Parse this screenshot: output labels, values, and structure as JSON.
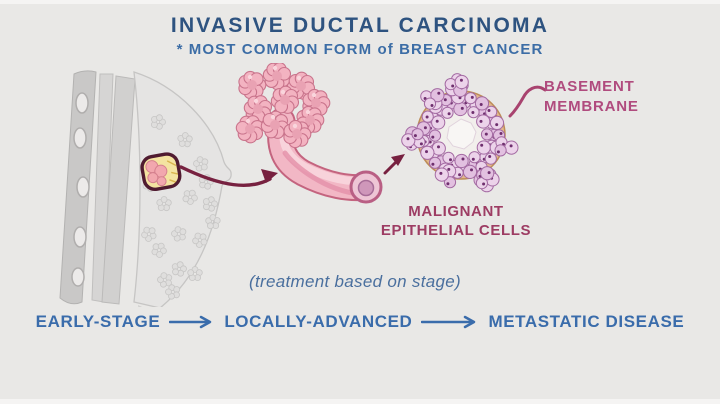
{
  "title": "INVASIVE DUCTAL CARCINOMA",
  "subtitle": "* MOST COMMON FORM of BREAST CANCER",
  "annotations": {
    "basement_membrane": "BASEMENT MEMBRANE",
    "malignant_cells": "MALIGNANT EPITHELIAL CELLS",
    "treatment_note": "(treatment based on stage)"
  },
  "stages": [
    {
      "label": "EARLY-STAGE"
    },
    {
      "label": "LOCALLY-ADVANCED"
    },
    {
      "label": "METASTATIC DISEASE"
    }
  ],
  "colors": {
    "background": "#e9e8e6",
    "title_text": "#2e5380",
    "subtitle_text": "#3c6da6",
    "stage_text": "#3a6cab",
    "note_text": "#4a6f9e",
    "basement_label_text": "#b04b7e",
    "malignant_label_text": "#9d3c63",
    "zoom_arrow": "#772140",
    "leader_line": "#a8436f",
    "duct_pink": "#f2b7c5",
    "basement_membrane_tan": "#e2b88d",
    "malignant_cell_lavender": "#ecd3ea",
    "breast_gray": "#d1d0cf"
  }
}
